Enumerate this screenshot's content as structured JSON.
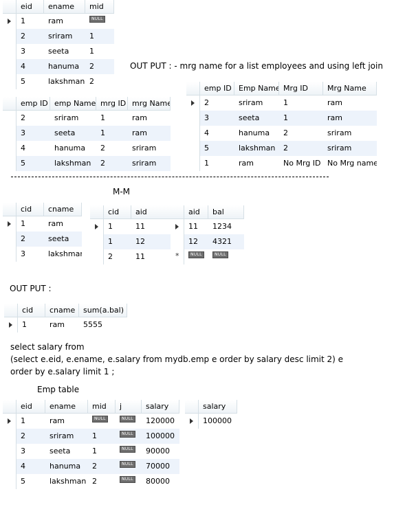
{
  "null_label": "NULL",
  "emp1": {
    "headers": [
      "eid",
      "ename",
      "mid"
    ],
    "rows": [
      [
        "1",
        "ram",
        "NULL"
      ],
      [
        "2",
        "sriram",
        "1"
      ],
      [
        "3",
        "seeta",
        "1"
      ],
      [
        "4",
        "hanuma",
        "2"
      ],
      [
        "5",
        "lakshman",
        "2"
      ]
    ]
  },
  "output_heading": "OUT PUT : - mrg name for a list  employees  and using left join",
  "join_left": {
    "headers": [
      "emp ID",
      "emp Name",
      "mrg ID",
      "mrg Name"
    ],
    "rows": [
      [
        "2",
        "sriram",
        "1",
        "ram"
      ],
      [
        "3",
        "seeta",
        "1",
        "ram"
      ],
      [
        "4",
        "hanuma",
        "2",
        "sriram"
      ],
      [
        "5",
        "lakshman",
        "2",
        "sriram"
      ]
    ]
  },
  "join_right": {
    "headers": [
      "emp ID",
      "Emp Name",
      "Mrg ID",
      "Mrg Name"
    ],
    "rows": [
      [
        "2",
        "sriram",
        "1",
        "ram"
      ],
      [
        "3",
        "seeta",
        "1",
        "ram"
      ],
      [
        "4",
        "hanuma",
        "2",
        "sriram"
      ],
      [
        "5",
        "lakshman",
        "2",
        "sriram"
      ],
      [
        "1",
        "ram",
        "No Mrg ID",
        "No Mrg name"
      ]
    ]
  },
  "mm_label": "M-M",
  "cust": {
    "headers": [
      "cid",
      "cname"
    ],
    "rows": [
      [
        "1",
        "ram"
      ],
      [
        "2",
        "seeta"
      ],
      [
        "3",
        "lakshman"
      ]
    ]
  },
  "map": {
    "headers": [
      "cid",
      "aid"
    ],
    "rows": [
      [
        "1",
        "11"
      ],
      [
        "1",
        "12"
      ],
      [
        "2",
        "11"
      ]
    ]
  },
  "acct": {
    "headers": [
      "aid",
      "bal"
    ],
    "rows": [
      [
        "11",
        "1234"
      ],
      [
        "12",
        "4321"
      ],
      [
        "NULL",
        "NULL"
      ]
    ]
  },
  "output2_label": "OUT PUT :",
  "sum_table": {
    "headers": [
      "cid",
      "cname",
      "sum(a.bal)"
    ],
    "rows": [
      [
        "1",
        "ram",
        "5555"
      ]
    ]
  },
  "sql_lines": [
    "select salary from",
    "(select e.eid, e.ename, e.salary from mydb.emp e order by salary desc limit 2) e",
    "order by e.salary limit 1 ;"
  ],
  "emp_table_label": "Emp table",
  "emp2": {
    "headers": [
      "eid",
      "ename",
      "mid",
      "j",
      "salary"
    ],
    "rows": [
      [
        "1",
        "ram",
        "NULL",
        "NULL",
        "120000"
      ],
      [
        "2",
        "sriram",
        "1",
        "NULL",
        "100000"
      ],
      [
        "3",
        "seeta",
        "1",
        "NULL",
        "90000"
      ],
      [
        "4",
        "hanuma",
        "2",
        "NULL",
        "70000"
      ],
      [
        "5",
        "lakshman",
        "2",
        "NULL",
        "80000"
      ]
    ]
  },
  "salary_result": {
    "headers": [
      "salary"
    ],
    "rows": [
      [
        "100000"
      ]
    ]
  },
  "colors": {
    "header_bg": "#eef3f7",
    "alt_row": "#edf3fb",
    "grid_line": "#d5dfe5",
    "null_badge": "#6e6e6e"
  }
}
